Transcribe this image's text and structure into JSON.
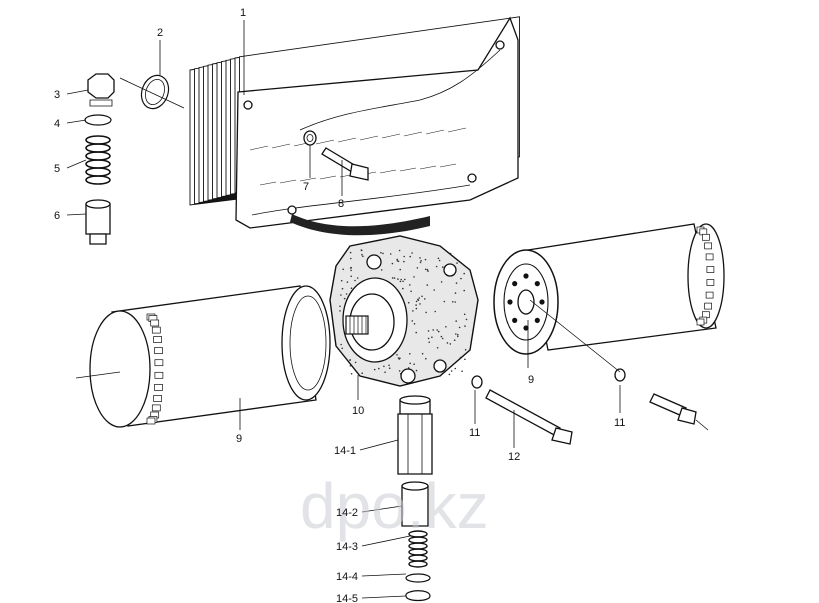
{
  "watermark": "dpo.kz",
  "callouts": [
    {
      "id": "1",
      "text": "1"
    },
    {
      "id": "2",
      "text": "2"
    },
    {
      "id": "3",
      "text": "3"
    },
    {
      "id": "4",
      "text": "4"
    },
    {
      "id": "5",
      "text": "5"
    },
    {
      "id": "6",
      "text": "6"
    },
    {
      "id": "7",
      "text": "7"
    },
    {
      "id": "8",
      "text": "8"
    },
    {
      "id": "9a",
      "text": "9"
    },
    {
      "id": "9b",
      "text": "9"
    },
    {
      "id": "10",
      "text": "10"
    },
    {
      "id": "11a",
      "text": "11"
    },
    {
      "id": "11b",
      "text": "11"
    },
    {
      "id": "12",
      "text": "12"
    },
    {
      "id": "14-1",
      "text": "14-1"
    },
    {
      "id": "14-2",
      "text": "14-2"
    },
    {
      "id": "14-3",
      "text": "14-3"
    },
    {
      "id": "14-4",
      "text": "14-4"
    },
    {
      "id": "14-5",
      "text": "14-5"
    }
  ]
}
